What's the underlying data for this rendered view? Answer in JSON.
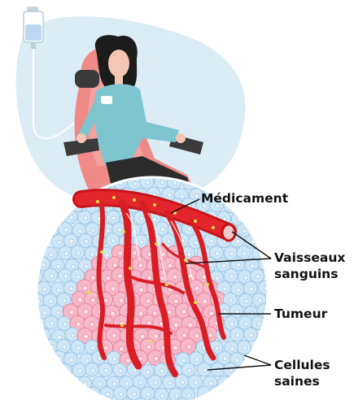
{
  "labels": {
    "drug": "Médicament",
    "vessels_line1": "Vaisseaux",
    "vessels_line2": "sanguins",
    "tumor": "Tumeur",
    "healthy_line1": "Cellules",
    "healthy_line2": "saines"
  },
  "colors": {
    "background_blob": "#dcecf4",
    "chair": "#ef8a86",
    "shirt": "#7ec5d0",
    "hair": "#1c1c1c",
    "skin": "#f5c6b4",
    "pants": "#2b2b2b",
    "vessel": "#d81e24",
    "tumor_cell": "#f7b9c9",
    "healthy_cell": "#cfe6f5",
    "drug_dot": "#d6e04a"
  }
}
